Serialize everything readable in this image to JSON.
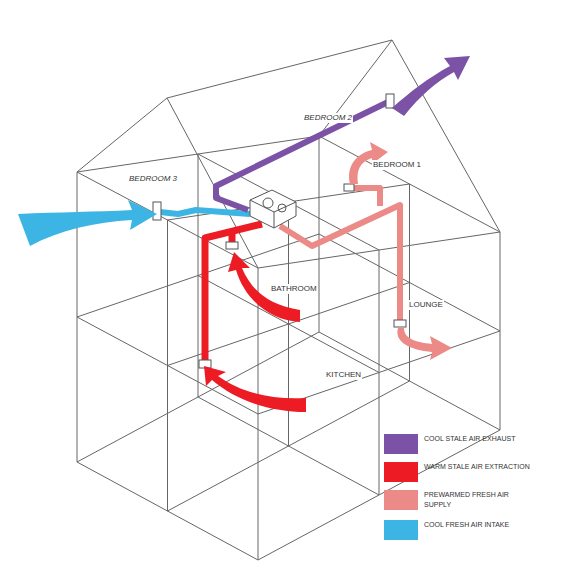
{
  "diagram": {
    "labels": [
      "BEDROOM 3",
      "BEDROOM 2",
      "BEDROOM 1",
      "BATHROOM",
      "LOUNGE",
      "KITCHEN"
    ],
    "legend": [
      {
        "text": "COOL STALE AIR EXHAUST",
        "color": "#7b52a6"
      },
      {
        "text": "WARM STALE AIR EXTRACTION",
        "color": "#ed1c24"
      },
      {
        "text": "PREWARMED FRESH AIR SUPPLY",
        "color": "#eb8a87"
      },
      {
        "text": "COOL FRESH AIR INTAKE",
        "color": "#3cb5e5"
      }
    ]
  }
}
